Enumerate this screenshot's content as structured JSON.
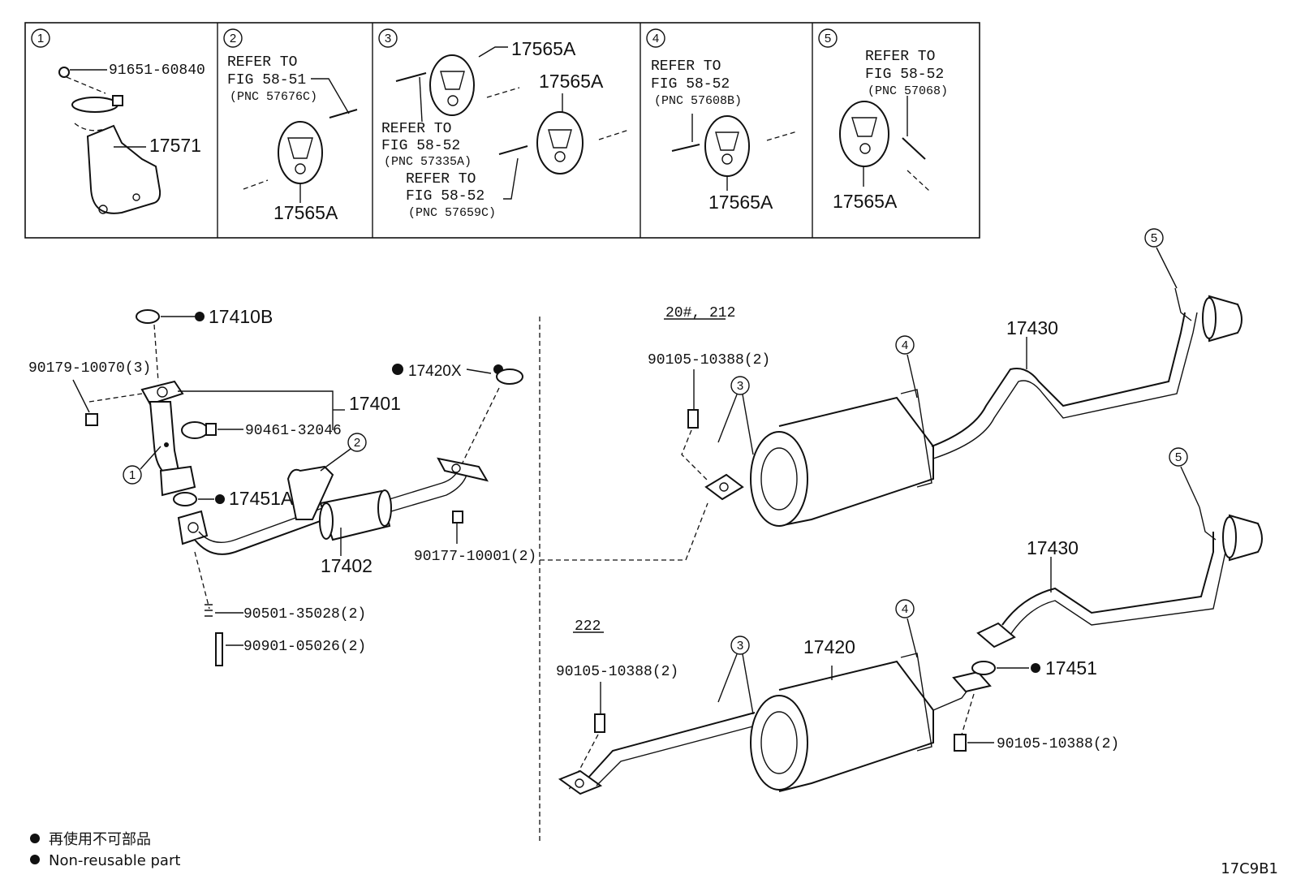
{
  "insets": [
    {
      "num": "1",
      "labels": [
        "91651-60840",
        "17571"
      ]
    },
    {
      "num": "2",
      "refer": [
        "REFER TO",
        "FIG 58-51",
        "(PNC 57676C)"
      ],
      "labels": [
        "17565A"
      ]
    },
    {
      "num": "3",
      "labels": [
        "17565A",
        "17565A"
      ],
      "refer_a": [
        "REFER TO",
        "FIG 58-52",
        "(PNC 57335A)"
      ],
      "refer_b": [
        "REFER TO",
        "FIG 58-52",
        "(PNC 57659C)"
      ]
    },
    {
      "num": "4",
      "refer": [
        "REFER TO",
        "FIG 58-52",
        "(PNC 57608B)"
      ],
      "labels": [
        "17565A"
      ]
    },
    {
      "num": "5",
      "refer": [
        "REFER TO",
        "FIG 58-52",
        "(PNC 57068)"
      ],
      "labels": [
        "17565A"
      ]
    }
  ],
  "front": {
    "p17410B": "17410B",
    "p90179": "90179-10070(3)",
    "p17420X": "17420X",
    "p17401": "17401",
    "p90461": "90461-32046",
    "c2": "2",
    "c1": "1",
    "p17451A": "17451A",
    "p90177": "90177-10001(2)",
    "p17402": "17402",
    "p90501": "90501-35028(2)",
    "p90901": "90901-05026(2)"
  },
  "rear_top": {
    "variant": "20#, 212",
    "p90105": "90105-10388(2)",
    "c3": "3",
    "c4": "4",
    "c5": "5",
    "p17430": "17430"
  },
  "rear_bottom": {
    "variant": "222",
    "p90105a": "90105-10388(2)",
    "c3": "3",
    "c4": "4",
    "c5": "5",
    "p17420": "17420",
    "p17430": "17430",
    "p17451": "17451",
    "p90105b": "90105-10388(2)"
  },
  "legend": [
    "再使用不可部品",
    "Non-reusable part"
  ],
  "figure_code": "17C9B1"
}
